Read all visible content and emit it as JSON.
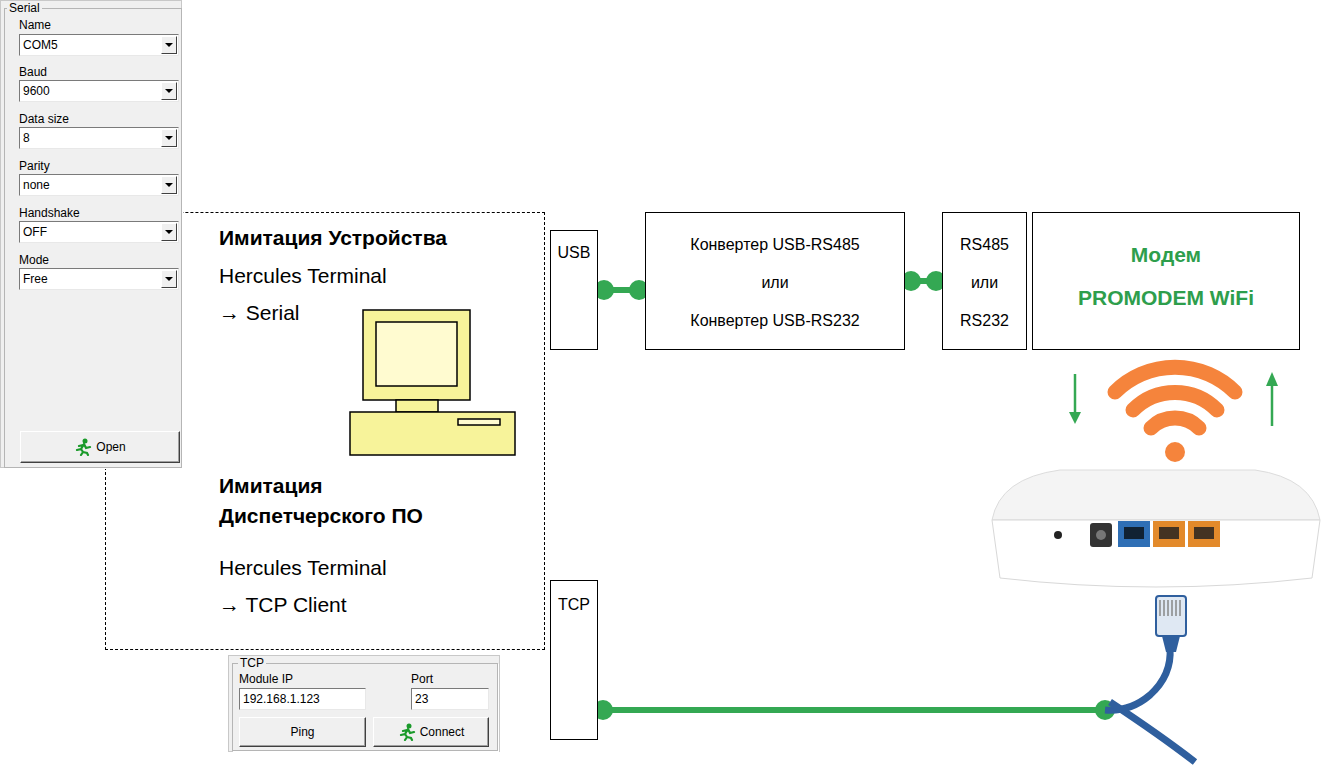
{
  "diagram": {
    "nodes": [
      {
        "text": [
          "Serial",
          "Name",
          "COM5",
          "Baud",
          "9600",
          "Data size",
          "8",
          "Parity",
          "none",
          "Handshake",
          "OFF",
          "Mode",
          "Free",
          "Open"
        ]
      },
      {
        "text": [
          "Имитация Устройства",
          "Hercules Terminal",
          "→ Serial",
          "Имитация Диспетчерского ПО",
          "Hercules Terminal",
          "→ TCP Client"
        ]
      },
      {
        "text": [
          "USB"
        ]
      },
      {
        "text": [
          "Конвертер USB-RS485",
          "или",
          "Конвертер USB-RS232"
        ]
      },
      {
        "text": [
          "RS485",
          "или",
          "RS232"
        ]
      },
      {
        "text": [
          "Модем",
          "PROMODEM WiFi"
        ]
      },
      {
        "text": [
          "TCP"
        ]
      },
      {
        "text": [
          "TCP",
          "Module IP",
          "Port",
          "192.168.1.123",
          "23",
          "Ping",
          "Connect"
        ]
      }
    ],
    "edges": [
      {
        "from": 2,
        "to": 3,
        "arrow": "none"
      },
      {
        "from": 3,
        "to": 4,
        "arrow": "none"
      }
    ]
  }
}
